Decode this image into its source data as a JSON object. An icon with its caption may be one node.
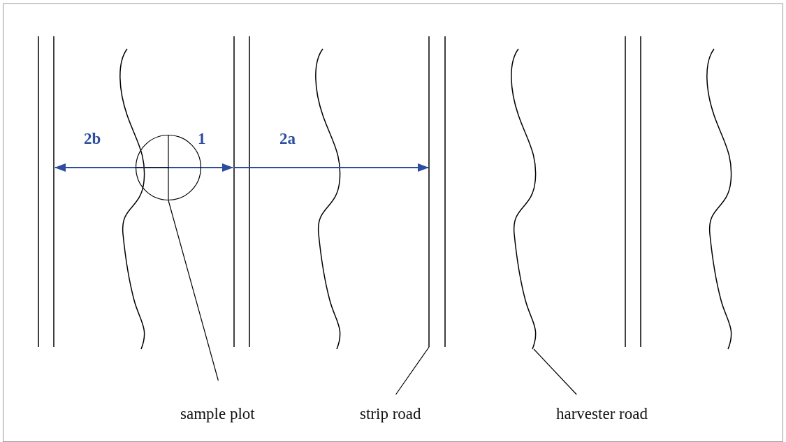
{
  "diagram": {
    "nodes": [
      {
        "text": [
          "sample plot"
        ]
      },
      {
        "text": [],
        "shape": "circle"
      },
      {
        "text": [
          "strip road"
        ]
      },
      {
        "text": [],
        "shape": "bar"
      },
      {
        "text": [
          "harvester road"
        ]
      },
      {
        "text": [],
        "shape": "curve"
      }
    ],
    "edges": [
      {
        "from": 0,
        "to": 1,
        "arrow": "none"
      },
      {
        "from": 2,
        "to": 3,
        "arrow": "none"
      },
      {
        "from": 4,
        "to": 5,
        "arrow": "none"
      }
    ],
    "labels": [
      "2b",
      "1",
      "2a"
    ]
  }
}
